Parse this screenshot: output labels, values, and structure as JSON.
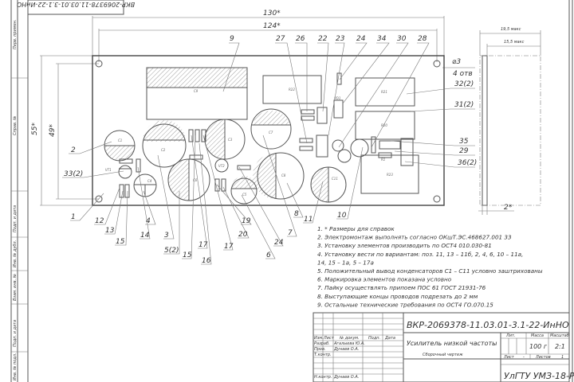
{
  "stamp_code_rotated": "ВКР-2069378-11.03.01-3.1-22-ИнНО",
  "side_strip": [
    "Перв. примен.",
    "Справ. №",
    "Подп. и дата",
    "Инв. № дубл.",
    "Взам. инв. №",
    "Подп. и дата",
    "Инв. № подл."
  ],
  "dimensions": {
    "width_outer": "130*",
    "width_holes": "124*",
    "height_outer": "55*",
    "height_holes": "49*",
    "hole": "⌀3",
    "hole_count": "4 отв",
    "side_max1": "19,5 макс",
    "side_max2": "15,5 макс",
    "board_thickness": "2*"
  },
  "component_refs": [
    "C9",
    "R22",
    "R21",
    "R20",
    "R23",
    "C1",
    "C2",
    "C6",
    "C3",
    "C7",
    "C8",
    "C11",
    "C5",
    "C4",
    "VT1",
    "VT2",
    "VD1",
    "R1"
  ],
  "balloons": [
    "9",
    "27",
    "26",
    "22",
    "23",
    "24",
    "34",
    "30",
    "28",
    "32(2)",
    "31(2)",
    "35",
    "29",
    "36(2)",
    "2",
    "33(2)",
    "1",
    "12",
    "13",
    "15",
    "14",
    "4",
    "3",
    "5(2)",
    "15",
    "16",
    "17",
    "17",
    "20",
    "19",
    "6",
    "24",
    "7",
    "8",
    "11",
    "10"
  ],
  "notes": [
    "1. * Размеры для справок",
    "2. Электромонтаж выполнять согласно ОКшТ.ЭС.468627.001 33",
    "3. Установку элементов производить по ОСТ4 010.030-81",
    "4. Установку вести по вариантам: поз. 11, 13 – 11б, 2, 4, 6, 10 – 11а,",
    "14, 15 – 1а, 5 – 17а",
    "5. Положительный вывод конденсаторов С1 – С11 условно заштрихованы",
    "6. Маркировка элементов показана условно",
    "7. Пайку осуществлять припоем ПОС 61 ГОСТ 21931-76",
    "8. Выступающие концы проводов подрезать до 2 мм",
    "9. Остальные технические требования по ОСТ4 ГО.070.15"
  ],
  "title_block": {
    "doc_code": "ВКР-2069378-11.03.01-3.1-22-ИнНО",
    "title": "Усилитель низкой частоты",
    "subtitle": "Сборочный чертеж",
    "headers": {
      "izm": "Изм.",
      "list": "Лист",
      "doc": "№ докум.",
      "sign": "Подп.",
      "date": "Дата"
    },
    "roles": [
      {
        "role": "Разраб.",
        "name": "Агалыева Ю.А."
      },
      {
        "role": "Пров.",
        "name": "Дунаев О.А."
      },
      {
        "role": "Т.контр.",
        "name": ""
      },
      {
        "role": "Н.контр.",
        "name": "Дунаев О.А."
      }
    ],
    "lit_label": "Лит.",
    "mass_label": "Масса",
    "scale_label": "Масштаб",
    "mass": "100 г",
    "scale": "2:1",
    "sheet_label": "Лист",
    "sheet": "-",
    "sheets_label": "Листов",
    "sheets": "1",
    "org": "УлГТУ УМЗ-18-РТбу"
  }
}
